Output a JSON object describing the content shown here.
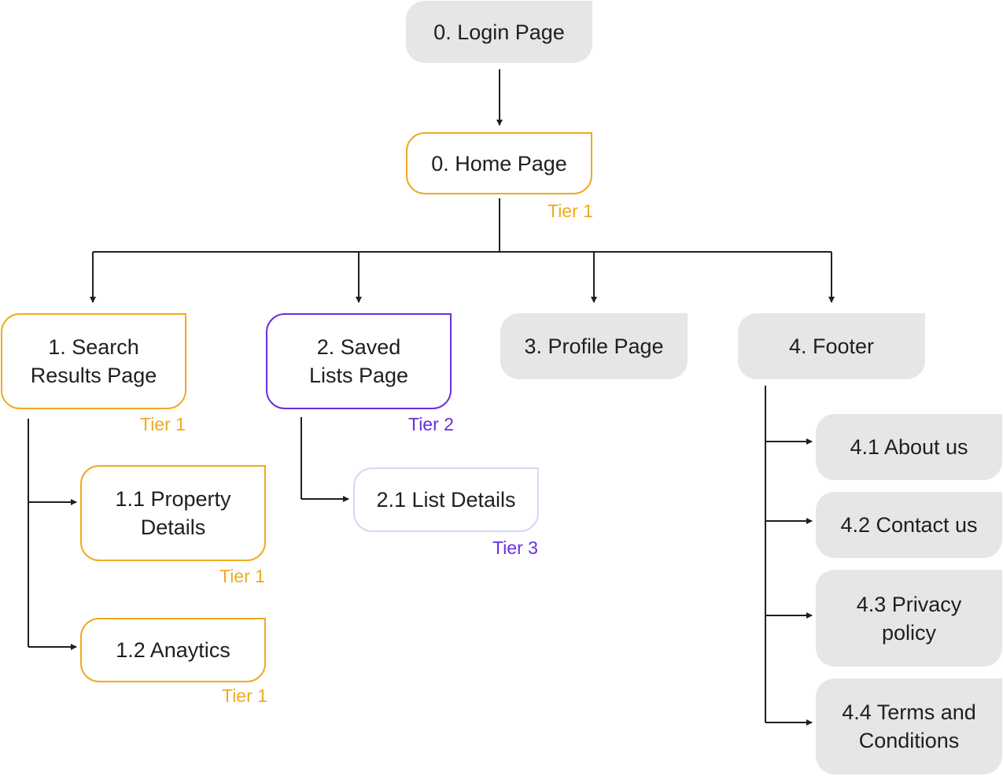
{
  "nodes": {
    "login": "0. Login Page",
    "home": "0. Home Page",
    "search_line1": "1. Search",
    "search_line2": "Results Page",
    "property_line1": "1.1 Property",
    "property_line2": "Details",
    "analytics": "1.2 Anaytics",
    "saved_line1": "2. Saved",
    "saved_line2": "Lists Page",
    "list_details": "2.1 List Details",
    "profile": "3. Profile Page",
    "footer": "4. Footer",
    "about": "4.1 About us",
    "contact": "4.2 Contact us",
    "privacy_line1": "4.3 Privacy",
    "privacy_line2": "policy",
    "terms_line1": "4.4 Terms and",
    "terms_line2": "Conditions"
  },
  "tiers": {
    "home": "Tier 1",
    "search": "Tier 1",
    "property": "Tier 1",
    "analytics": "Tier 1",
    "saved": "Tier 2",
    "list_details": "Tier 3"
  },
  "colors": {
    "tier1": "#f0aa1e",
    "tier2": "#6a2ee0",
    "tier3_border": "#dad5f5",
    "gray_fill": "#e6e6e6",
    "connector": "#1f1f1f"
  }
}
